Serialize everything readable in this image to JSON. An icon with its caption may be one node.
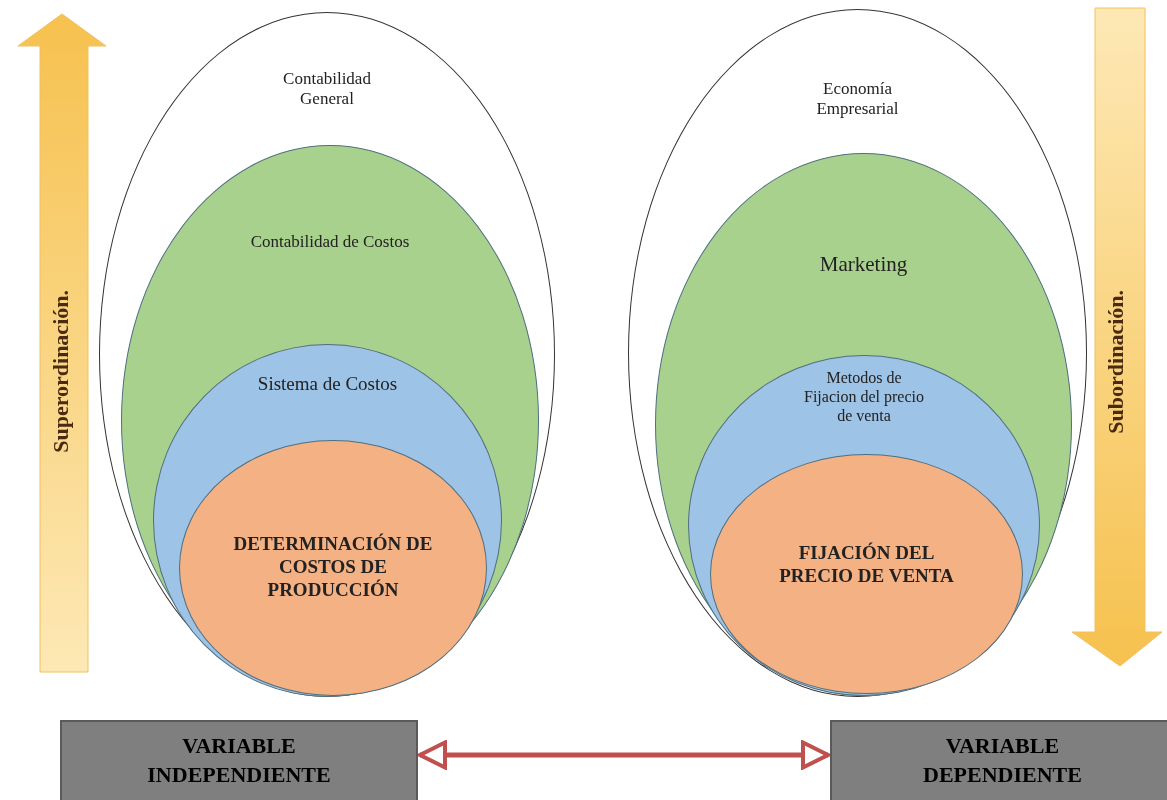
{
  "diagram": {
    "nodes": [
      {
        "text": [
          "Contabilidad General"
        ]
      },
      {
        "text": [
          "Contabilidad de Costos"
        ],
        "in": 0
      },
      {
        "text": [
          "Sistema de Costos"
        ],
        "in": 1
      },
      {
        "text": [
          "DETERMINACIÓN DE COSTOS DE PRODUCCIÓN"
        ],
        "in": 2
      },
      {
        "text": [
          "Economía Empresarial"
        ]
      },
      {
        "text": [
          "Marketing"
        ],
        "in": 4
      },
      {
        "text": [
          "Metodos de Fijacion del precio de venta"
        ],
        "in": 5
      },
      {
        "text": [
          "FIJACIÓN DEL PRECIO DE VENTA"
        ],
        "in": 6
      },
      {
        "text": [
          "VARIABLE INDEPENDIENTE"
        ]
      },
      {
        "text": [
          "VARIABLE DEPENDIENTE"
        ]
      }
    ],
    "edges": [
      {
        "from": 8,
        "to": 9,
        "arrow": "both"
      }
    ],
    "labels": [
      "Superordinación.",
      "Subordinación."
    ]
  }
}
